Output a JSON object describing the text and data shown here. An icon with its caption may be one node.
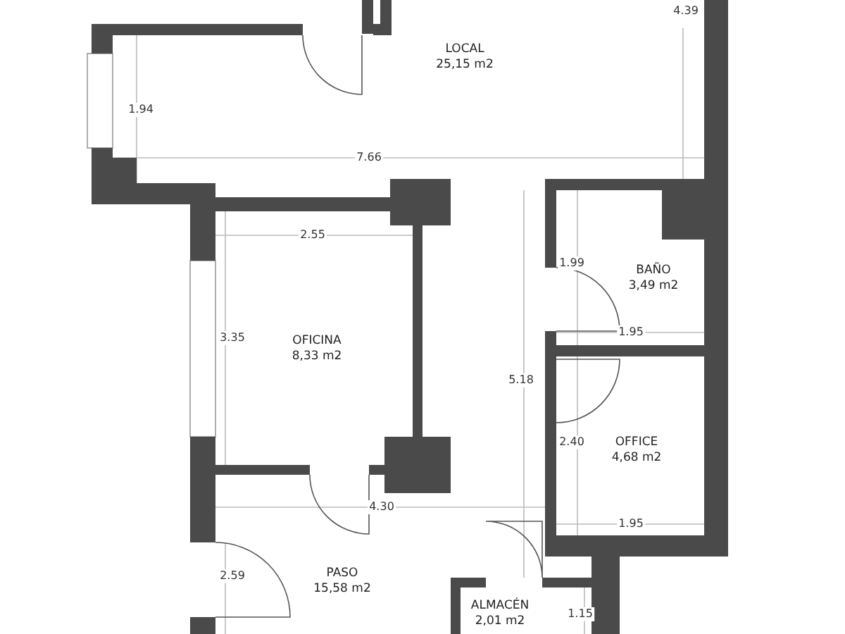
{
  "diagram": {
    "nodes": [
      {
        "text": [
          "LOCAL",
          "25,15  m2"
        ]
      },
      {
        "text": [
          "OFICINA",
          "8,33  m2"
        ]
      },
      {
        "text": [
          "BAÑO",
          "3,49  m2"
        ]
      },
      {
        "text": [
          "OFFICE",
          "4,68  m2"
        ]
      },
      {
        "text": [
          "PASO",
          "15,58  m2"
        ]
      },
      {
        "text": [
          "ALMACÉN",
          "2,01  m2"
        ]
      }
    ],
    "labels": [
      "4.39",
      "1.94",
      "7.66",
      "2.55",
      "1.99",
      "3.35",
      "1.95",
      "5.18",
      "2.40",
      "4.30",
      "1.95",
      "2.59",
      "1.15"
    ]
  }
}
